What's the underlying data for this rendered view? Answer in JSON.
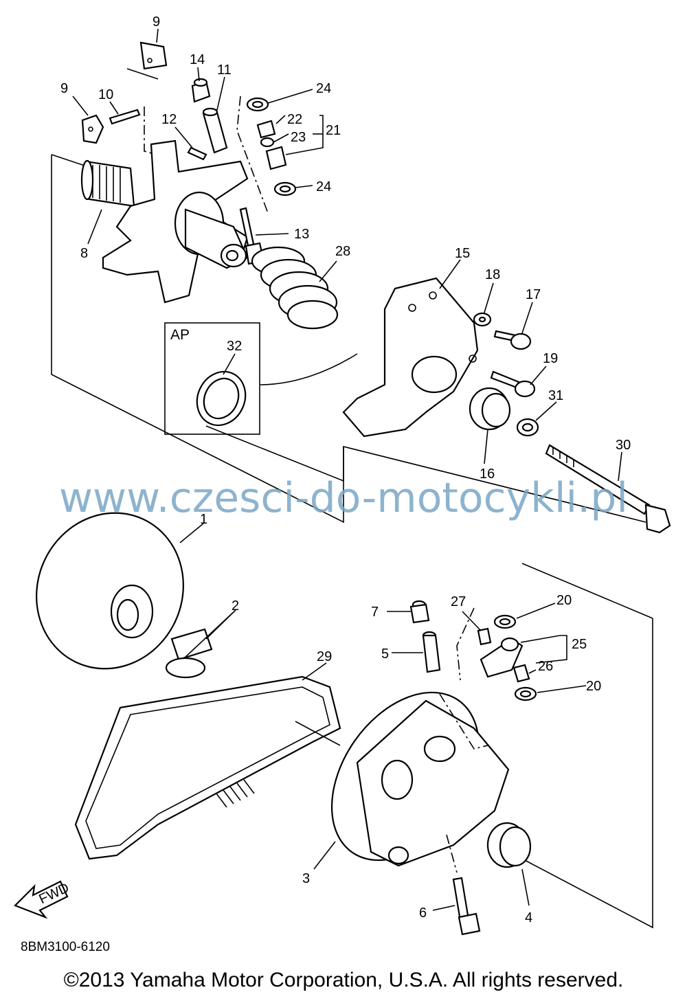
{
  "watermark": "www.czesci-do-motocykli.pl",
  "part_code": "8BM3100-6120",
  "copyright": "©2013 Yamaha Motor Corporation, U.S.A. All rights reserved.",
  "ap_box_label": "AP",
  "fwd_label": "FWD",
  "callouts": {
    "c1": "1",
    "c2": "2",
    "c3": "3",
    "c4": "4",
    "c5": "5",
    "c6": "6",
    "c7": "7",
    "c8": "8",
    "c9a": "9",
    "c9b": "9",
    "c10": "10",
    "c11": "11",
    "c12": "12",
    "c13": "13",
    "c14": "14",
    "c15": "15",
    "c16": "16",
    "c17": "17",
    "c18": "18",
    "c19": "19",
    "c20a": "20",
    "c20b": "20",
    "c21": "21",
    "c22": "22",
    "c23": "23",
    "c24a": "24",
    "c24b": "24",
    "c25": "25",
    "c26": "26",
    "c27": "27",
    "c28": "28",
    "c29": "29",
    "c30": "30",
    "c31": "31",
    "c32": "32"
  }
}
